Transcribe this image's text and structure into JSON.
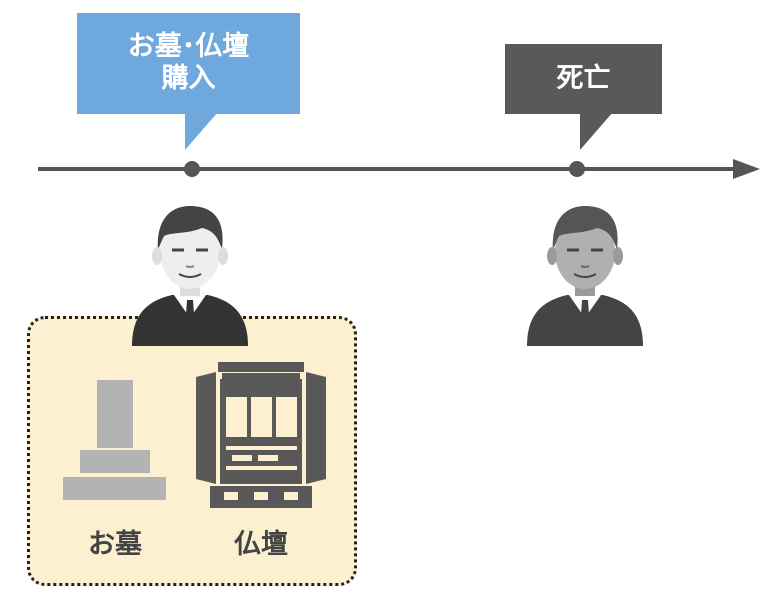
{
  "events": [
    {
      "label_lines": [
        "お墓･仏壇",
        "購入"
      ],
      "color": "#6fa8dc"
    },
    {
      "label_lines": [
        "死亡"
      ],
      "color": "#595959"
    }
  ],
  "items": [
    {
      "label": "お墓",
      "icon": "gravestone-icon"
    },
    {
      "label": "仏壇",
      "icon": "butsudan-icon"
    }
  ],
  "colors": {
    "timeline": "#555555",
    "box_fill": "#fdf0d0",
    "person_dark": "#333333",
    "person_gray": "#444444"
  }
}
